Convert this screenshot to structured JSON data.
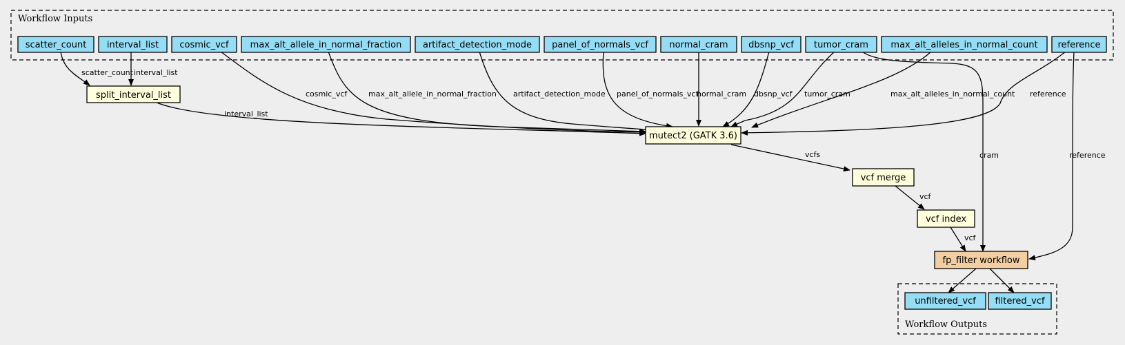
{
  "clusters": {
    "inputs_label": "Workflow Inputs",
    "outputs_label": "Workflow Outputs"
  },
  "colors": {
    "background": "#eeeeee",
    "input_node": "#94ddf4",
    "step_node": "#ffffdd",
    "subworkflow_node": "#f3cea1",
    "output_node": "#94ddf4"
  },
  "nodes": {
    "scatter_count": "scatter_count",
    "interval_list": "interval_list",
    "cosmic_vcf": "cosmic_vcf",
    "max_alt_allele_in_normal_fraction": "max_alt_allele_in_normal_fraction",
    "artifact_detection_mode": "artifact_detection_mode",
    "panel_of_normals_vcf": "panel_of_normals_vcf",
    "normal_cram": "normal_cram",
    "dbsnp_vcf": "dbsnp_vcf",
    "tumor_cram": "tumor_cram",
    "max_alt_alleles_in_normal_count": "max_alt_alleles_in_normal_count",
    "reference": "reference",
    "split_interval_list": "split_interval_list",
    "mutect2": "mutect2 (GATK 3.6)",
    "vcf_merge": "vcf merge",
    "vcf_index": "vcf index",
    "fp_filter": "fp_filter workflow",
    "unfiltered_vcf": "unfiltered_vcf",
    "filtered_vcf": "filtered_vcf"
  },
  "edge_labels": {
    "scatter_count": "scatter_count",
    "interval_list_in": "interval_list",
    "interval_list_split": "interval_list",
    "cosmic_vcf": "cosmic_vcf",
    "max_alt_allele_in_normal_fraction": "max_alt_allele_in_normal_fraction",
    "artifact_detection_mode": "artifact_detection_mode",
    "panel_of_normals_vcf": "panel_of_normals_vcf",
    "normal_cram": "normal_cram",
    "dbsnp_vcf": "dbsnp_vcf",
    "tumor_cram": "tumor_cram",
    "max_alt_alleles_in_normal_count": "max_alt_alleles_in_normal_count",
    "reference_mutect": "reference",
    "vcfs": "vcfs",
    "vcf_merge_index": "vcf",
    "vcf_index_fp": "vcf",
    "cram": "cram",
    "reference_fp": "reference"
  }
}
